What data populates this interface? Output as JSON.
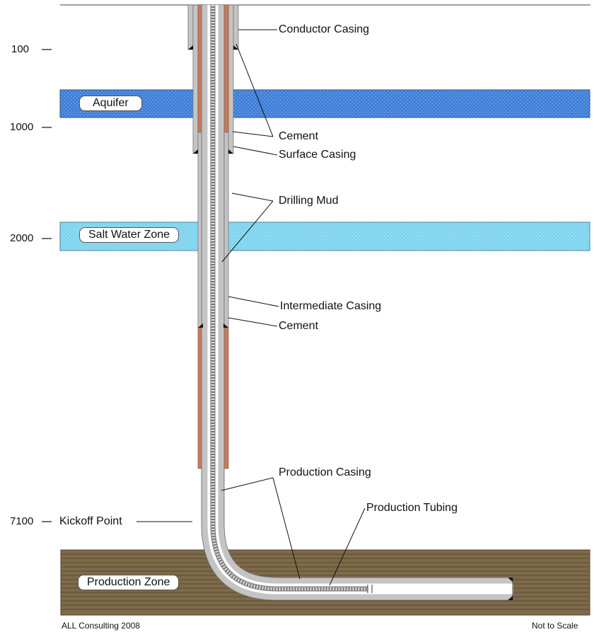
{
  "depths": {
    "d100": "100",
    "d1000": "1000",
    "d2000": "2000",
    "d7100": "7100"
  },
  "zones": {
    "aquifer": "Aquifer",
    "salt_water": "Salt Water Zone",
    "production": "Production Zone"
  },
  "labels": {
    "conductor_casing": "Conductor Casing",
    "cement_upper": "Cement",
    "surface_casing": "Surface Casing",
    "drilling_mud": "Drilling Mud",
    "intermediate_casing": "Intermediate Casing",
    "cement_lower": "Cement",
    "production_casing": "Production Casing",
    "production_tubing": "Production Tubing",
    "kickoff_point": "Kickoff Point"
  },
  "footer": {
    "credit": "ALL Consulting 2008",
    "scale_note": "Not to Scale"
  },
  "colors": {
    "aquifer": "#3f7fd9",
    "salt_water": "#7fd4ef",
    "production_zone": "#7d6a4a",
    "cement": "#c87a55",
    "casing": "#c4c4c4",
    "mud": "#ffffff"
  }
}
